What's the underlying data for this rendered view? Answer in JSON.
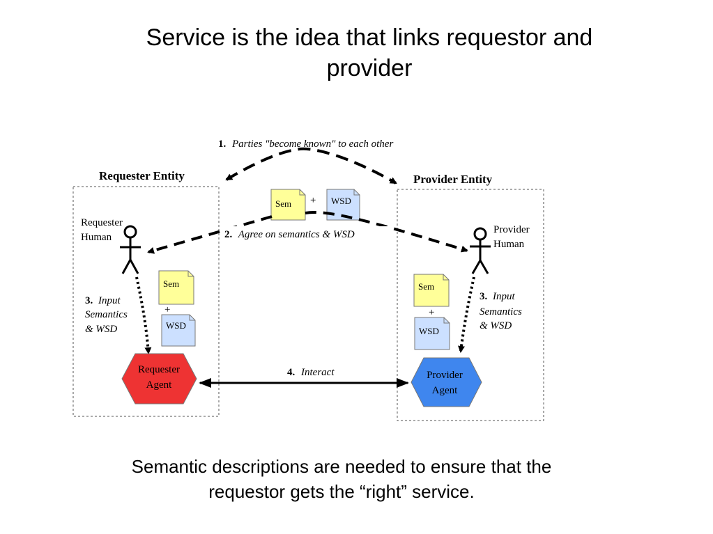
{
  "title": {
    "line1": "Service is the idea that links requestor and",
    "line2": "provider"
  },
  "caption": {
    "line1": "Semantic descriptions are needed to ensure that the",
    "line2": "requestor gets the “right” service."
  },
  "diagram": {
    "requester_entity": {
      "title": "Requester Entity",
      "human_line1": "Requester",
      "human_line2": "Human",
      "agent_line1": "Requester",
      "agent_line2": "Agent",
      "agent_color": "#ee3333",
      "step3_num": "3.",
      "step3_line1": "Input",
      "step3_line2": "Semantics",
      "step3_line3": "& WSD",
      "sem_label": "Sem",
      "plus": "+",
      "wsd_label": "WSD"
    },
    "provider_entity": {
      "title": "Provider Entity",
      "human_line1": "Provider",
      "human_line2": "Human",
      "agent_line1": "Provider",
      "agent_line2": "Agent",
      "agent_color": "#3f86ee",
      "step3_num": "3.",
      "step3_line1": "Input",
      "step3_line2": "Semantics",
      "step3_line3": "& WSD",
      "sem_label": "Sem",
      "plus": "+",
      "wsd_label": "WSD"
    },
    "shared_docs": {
      "sem_label": "Sem",
      "plus": "+",
      "wsd_label": "WSD"
    },
    "step1": {
      "num": "1.",
      "text": "Parties \"become known\" to each other"
    },
    "step2": {
      "num": "2.",
      "text": "Agree on semantics & WSD"
    },
    "step4": {
      "num": "4.",
      "text": "Interact"
    },
    "colors": {
      "sem_doc": "#ffff99",
      "wsd_doc": "#cce0ff"
    }
  }
}
